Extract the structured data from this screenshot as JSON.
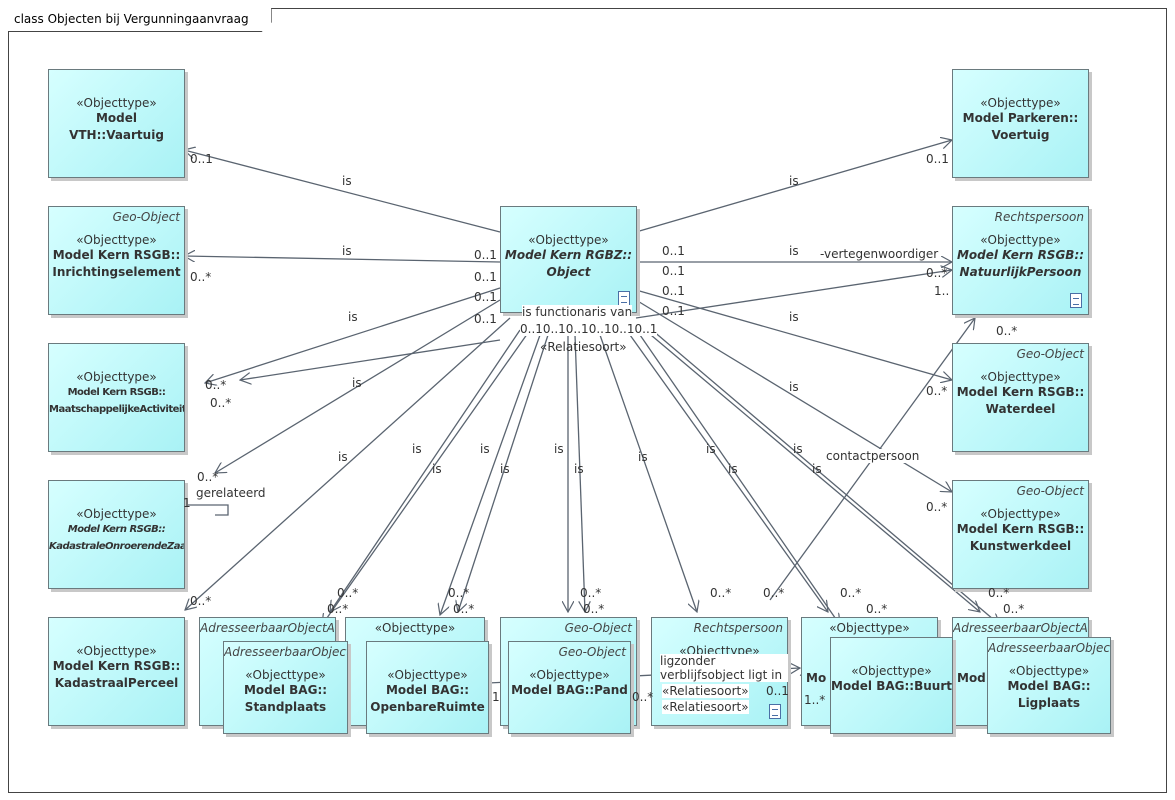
{
  "diagram": {
    "title": "class Objecten bij Vergunningaanvraag",
    "fill_color": "#b8f7f9",
    "line_color": "#5a6470"
  },
  "boxes": {
    "vaartuig": {
      "stereotype": "«Objecttype»",
      "name": "Model VTH::Vaartuig"
    },
    "voertuig": {
      "stereotype": "«Objecttype»",
      "name": "Model Parkeren::\nVoertuig"
    },
    "object": {
      "stereotype": "«Objecttype»",
      "name": "Model Kern RGBZ::\nObject"
    },
    "inrichting": {
      "tag": "Geo-Object",
      "stereotype": "«Objecttype»",
      "name": "Model Kern RSGB::\nInrichtingselement"
    },
    "natuurlijk": {
      "tag": "Rechtspersoon",
      "stereotype": "«Objecttype»",
      "name": "Model Kern RSGB::\nNatuurlijkPersoon"
    },
    "maatschappelijk": {
      "stereotype": "«Objecttype»",
      "name": "Model Kern RSGB::\nMaatschappelijkeActiviteit"
    },
    "waterdeel": {
      "tag": "Geo-Object",
      "stereotype": "«Objecttype»",
      "name": "Model Kern RSGB::\nWaterdeel"
    },
    "kadastrale": {
      "stereotype": "«Objecttype»",
      "name": "Model Kern RSGB::\nKadastraleOnroerendeZaak"
    },
    "kunstwerkdeel": {
      "tag": "Geo-Object",
      "stereotype": "«Objecttype»",
      "name": "Model Kern RSGB::\nKunstwerkdeel"
    },
    "perceel": {
      "stereotype": "«Objecttype»",
      "name": "Model Kern RSGB::\nKadastraalPerceel"
    },
    "aoa1": {
      "tag": "AdresseerbaarObjectAanduiding",
      "stereotype": "",
      "name": ""
    },
    "standplaats": {
      "tag": "AdresseerbaarObject",
      "stereotype": "«Objecttype»",
      "name": "Model BAG::\nStandplaats"
    },
    "ot_back": {
      "stereotype": "«Objecttype»",
      "name": ""
    },
    "openbareruimte": {
      "stereotype": "«Objecttype»",
      "name": "Model BAG::\nOpenbareRuimte"
    },
    "geo_back": {
      "tag": "Geo-Object",
      "stereotype": "",
      "name": ""
    },
    "pand": {
      "tag": "Geo-Object",
      "stereotype": "«Objecttype»",
      "name": "Model BAG::Pand"
    },
    "rechtspersoon": {
      "tag": "Rechtspersoon",
      "stereotype": "«Objecttype»",
      "name": ""
    },
    "mo_back": {
      "stereotype": "«Objecttype»",
      "name": "Mo"
    },
    "buurt": {
      "stereotype": "«Objecttype»",
      "name": "Model BAG::Buurt"
    },
    "aoa2": {
      "tag": "AdresseerbaarObjectAanduiding",
      "stereotype": "",
      "name": "Mod"
    },
    "ligplaats": {
      "tag": "AdresseerbaarObject",
      "stereotype": "«Objecttype»",
      "name": "Model BAG::\nLigplaats"
    }
  },
  "labels": {
    "is": "is",
    "m01": "0..1",
    "m0s": "0..*",
    "m1": "1",
    "m1s": "1..*",
    "m1d": "1..",
    "vertegenwoordiger": "-vertegenwoordiger",
    "functionaris": "is functionaris van",
    "relatiesoort": "«Relatiesoort»",
    "mult_row": "0..10..10..10..10..10..1",
    "contactpersoon": "contactpersoon",
    "gerelateerd": "gerelateerd",
    "ligzonder": "ligzonder verblijfsobject ligt in",
    "relatiesoort_short": "«Relatiesoort»"
  }
}
